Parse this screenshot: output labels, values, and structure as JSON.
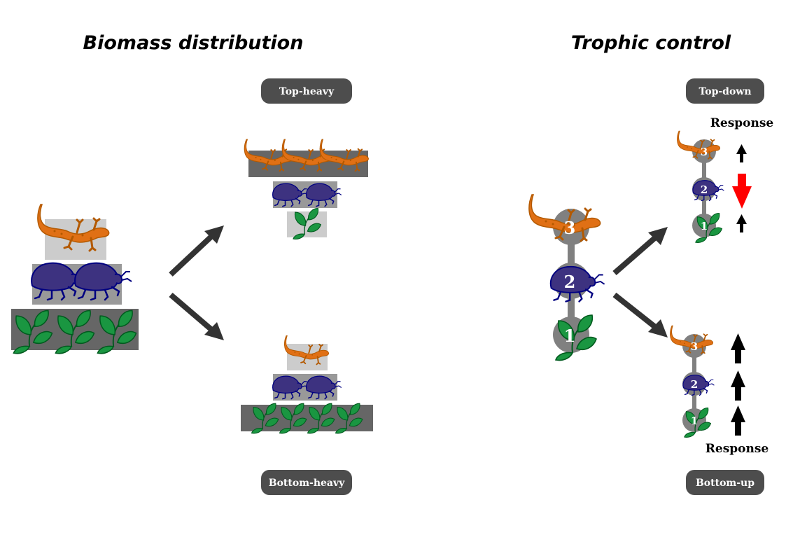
{
  "titles": {
    "left": "Biomass distribution",
    "right": "Trophic control"
  },
  "labels": {
    "top_heavy": "Top-heavy",
    "bottom_heavy": "Bottom-heavy",
    "top_down": "Top-down",
    "bottom_up": "Bottom-up",
    "response_top": "Response",
    "response_bottom": "Response"
  },
  "levels": {
    "one": "1",
    "two": "2",
    "three": "3"
  },
  "colors": {
    "light_gray": "#cccccc",
    "mid_gray": "#999999",
    "dark_gray": "#666666",
    "pill": "#4d4d4d",
    "node_gray": "#808080",
    "lizard": "#e07015",
    "lizard_stroke": "#b35900",
    "beetle": "#3d3280",
    "beetle_stroke": "#000080",
    "leaf": "#1a9641",
    "leaf_stroke": "#005a1e",
    "red_arrow": "#ff0000",
    "arrow": "#333333"
  },
  "icons": [
    "lizard-icon",
    "beetle-icon",
    "leaf-icon",
    "arrow-icon"
  ]
}
